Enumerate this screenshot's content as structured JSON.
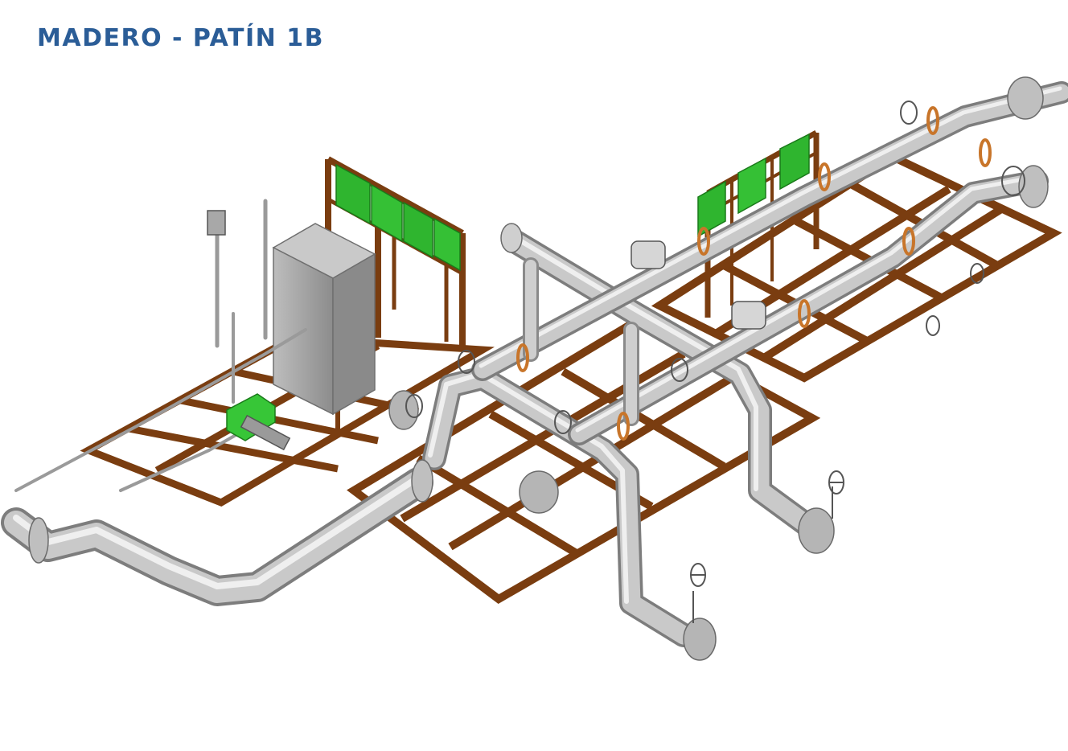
{
  "page": {
    "title": "MADERO - PATÍN 1B"
  },
  "colors": {
    "title": "#2b5d97",
    "steel_frame": "#8b4513",
    "steel_frame_dark": "#5e2f0d",
    "pipe": "#bdbdbd",
    "pipe_dark": "#8a8a8a",
    "pipe_light": "#e6e6e6",
    "cabinet": "#9e9e9e",
    "panel_green": "#2fb52f",
    "flange_band": "#c8752a"
  },
  "components": [
    {
      "id": "skid-left",
      "kind": "frame"
    },
    {
      "id": "skid-center",
      "kind": "frame"
    },
    {
      "id": "skid-right",
      "kind": "frame"
    },
    {
      "id": "cabinet",
      "kind": "cabinet"
    },
    {
      "id": "panels-left",
      "kind": "panel-group",
      "count": 4
    },
    {
      "id": "panels-right",
      "kind": "panel-group",
      "count": 3
    },
    {
      "id": "pump",
      "kind": "pump"
    },
    {
      "id": "valve-bottom-left",
      "kind": "gate-valve"
    },
    {
      "id": "valve-bottom-right",
      "kind": "gate-valve"
    }
  ]
}
